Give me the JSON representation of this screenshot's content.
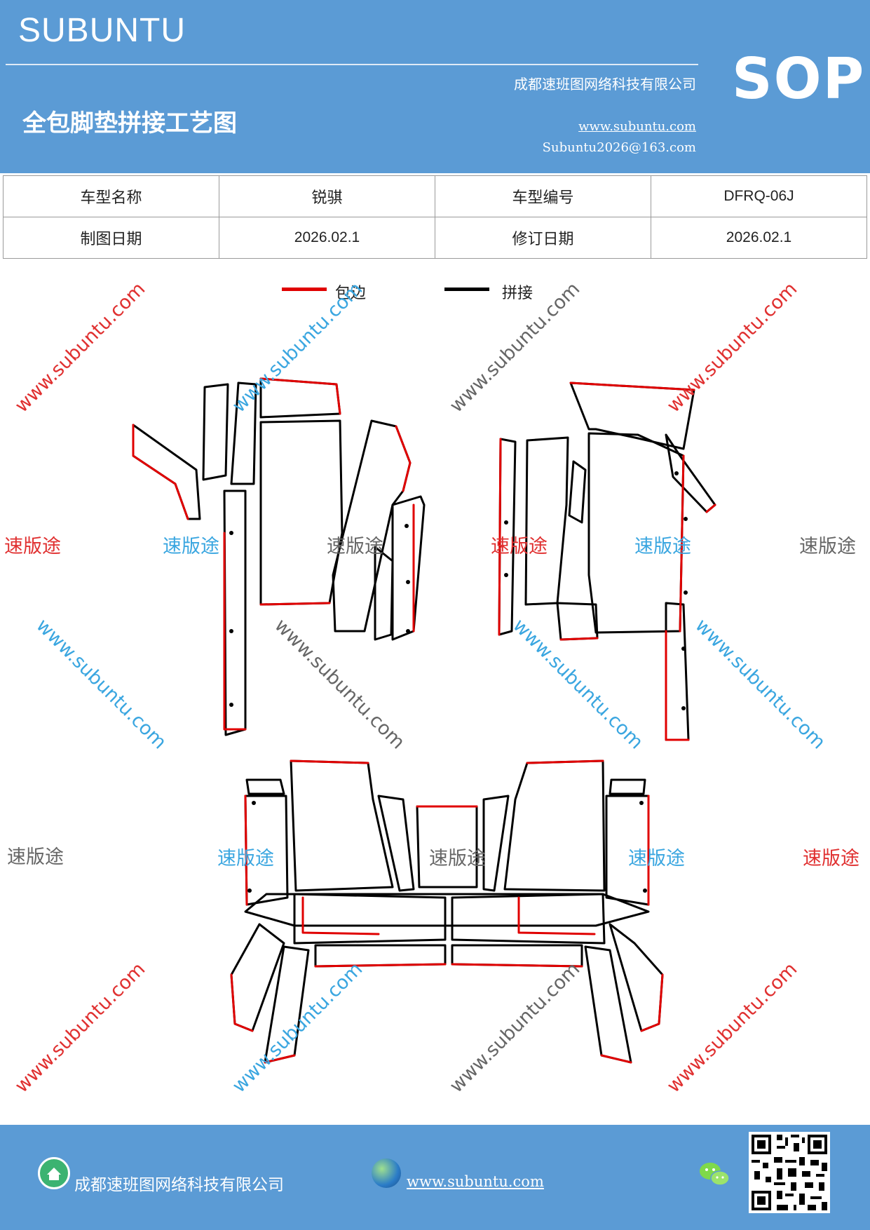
{
  "header": {
    "brand": "SUBUNTU",
    "sop": "SOP",
    "title": "全包脚垫拼接工艺图",
    "company": "成都速班图网络科技有限公司",
    "website": "www.subuntu.com",
    "email": "Subuntu2026@163.com"
  },
  "info": {
    "row1": [
      "车型名称",
      "锐骐",
      "车型编号",
      "DFRQ-06J"
    ],
    "row2": [
      "制图日期",
      "2026.02.1",
      "修订日期",
      "2026.02.1"
    ]
  },
  "legend": {
    "edge_label": "包边",
    "edge_color": "#e00000",
    "splice_label": "拼接",
    "splice_color": "#000000"
  },
  "watermarks": {
    "cn": "速版途",
    "url": "www.subuntu.com"
  },
  "footer": {
    "company": "成都速班图网络科技有限公司",
    "website": "www.subuntu.com"
  },
  "icons": [
    "home-icon",
    "globe-icon",
    "wechat-icon",
    "qr-code"
  ]
}
